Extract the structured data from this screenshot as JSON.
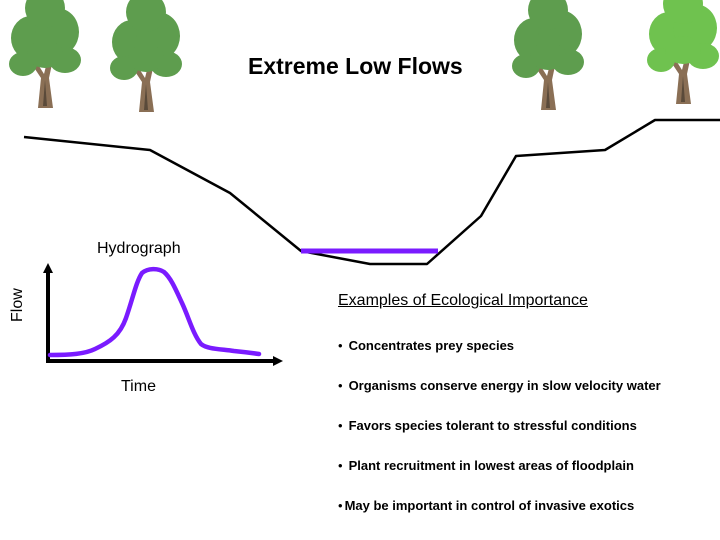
{
  "slide": {
    "title": "Extreme Low Flows"
  },
  "hydrograph": {
    "title": "Hydrograph",
    "x_label": "Time",
    "y_label": "Flow",
    "line_color": "#7a1bff"
  },
  "channel": {
    "water_color": "#7a1bff",
    "bank_color": "#000000"
  },
  "trees": [
    {
      "icon": "tree-icon",
      "color": "#5e9d4e"
    },
    {
      "icon": "tree-icon",
      "color": "#5e9d4e"
    },
    {
      "icon": "tree-icon",
      "color": "#5e9d4e"
    },
    {
      "icon": "tree-icon",
      "color": "#6fc24f"
    }
  ],
  "examples": {
    "heading": "Examples of Ecological Importance",
    "items": [
      "Concentrates prey species",
      "Organisms conserve energy in slow velocity water",
      "Favors species tolerant to stressful conditions",
      "Plant recruitment in lowest areas of floodplain",
      "May be important in control of invasive exotics"
    ]
  }
}
